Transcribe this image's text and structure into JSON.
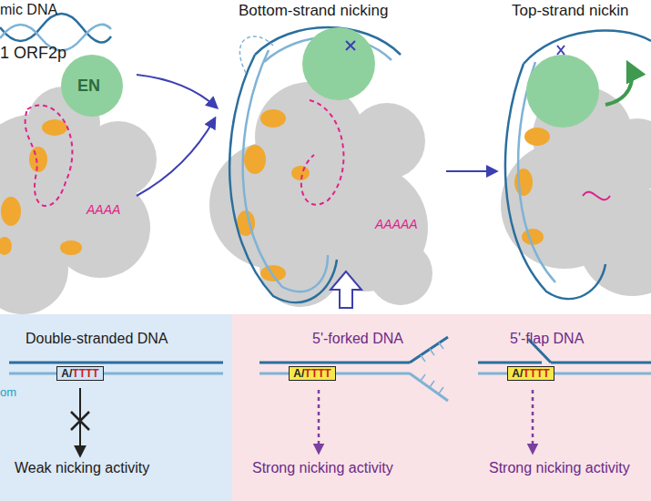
{
  "diagram": {
    "nodes": [
      {
        "text": [
          "EN"
        ]
      },
      {
        "text": [
          "Double-stranded DNA",
          "Weak nicking activity"
        ]
      },
      {
        "text": [
          "A/",
          "TTTT"
        ],
        "in": 1
      },
      {
        "text": [
          "5'-forked DNA",
          "Strong nicking activity",
          "5'-flap DNA",
          "Strong nicking activity"
        ]
      },
      {
        "text": [
          "A/",
          "TTTT"
        ],
        "in": 3
      },
      {
        "text": [
          "A/",
          "TTTT"
        ],
        "in": 3
      }
    ],
    "labels": [
      "mic DNA",
      "Bottom-strand nicking",
      "Top-strand nickin",
      "1 ORF2p",
      "AAAA",
      "AAAAA",
      "om"
    ]
  }
}
